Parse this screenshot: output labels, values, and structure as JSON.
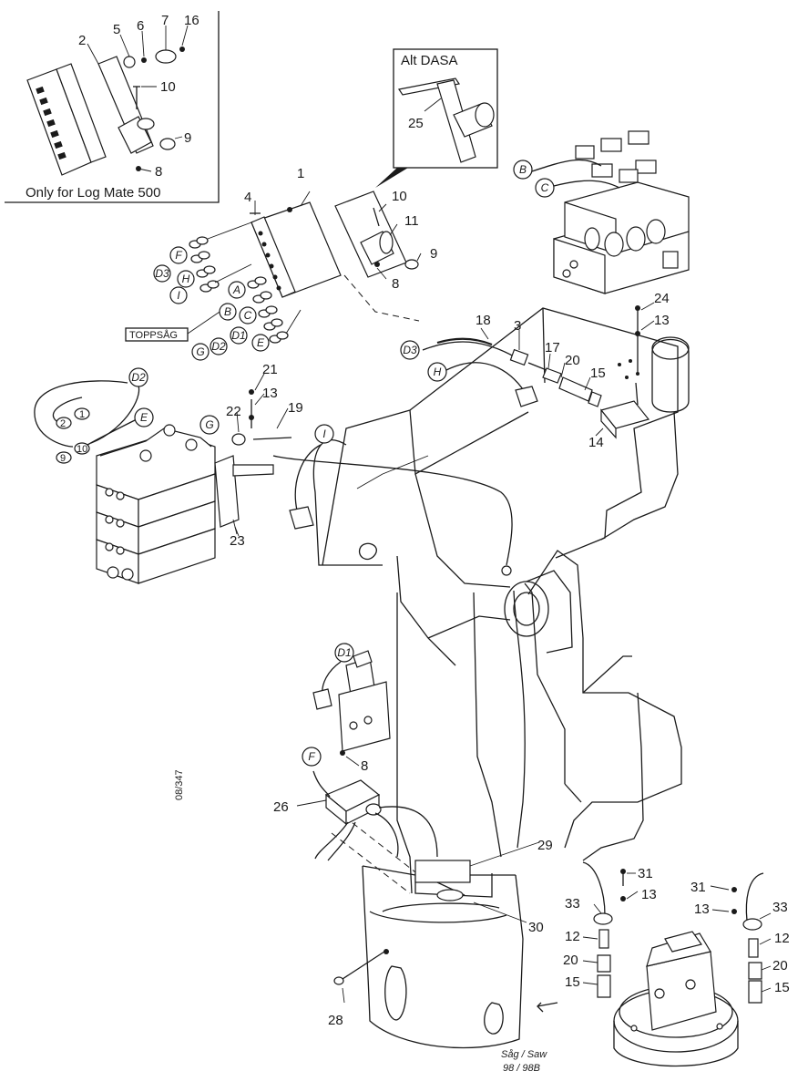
{
  "inset_log_mate": {
    "caption": "Only for Log Mate 500",
    "part_numbers": [
      "2",
      "5",
      "6",
      "7",
      "16",
      "10",
      "9",
      "8"
    ]
  },
  "inset_dasa": {
    "title": "Alt DASA",
    "part_numbers": [
      "25"
    ]
  },
  "part_numbers": [
    "1",
    "4",
    "10",
    "11",
    "9",
    "8",
    "18",
    "3",
    "17",
    "20",
    "15",
    "24",
    "13",
    "14",
    "21",
    "13",
    "22",
    "19",
    "23",
    "8",
    "26",
    "29",
    "30",
    "28",
    "31",
    "13",
    "33",
    "12",
    "20",
    "15",
    "31",
    "13",
    "33",
    "12",
    "20",
    "15"
  ],
  "connector_labels": [
    "F",
    "D3",
    "H",
    "I",
    "A",
    "B",
    "C",
    "D1",
    "E",
    "G",
    "D2",
    "D3",
    "H",
    "D2",
    "E",
    "G",
    "I",
    "D1",
    "F",
    "B",
    "C"
  ],
  "pin_labels": [
    "2",
    "1",
    "10",
    "9"
  ],
  "topp_label": "TOPPSÅG",
  "saw_label_line1": "Såg / Saw",
  "saw_label_line2": "98 / 98B",
  "drawing_code": "08/347"
}
